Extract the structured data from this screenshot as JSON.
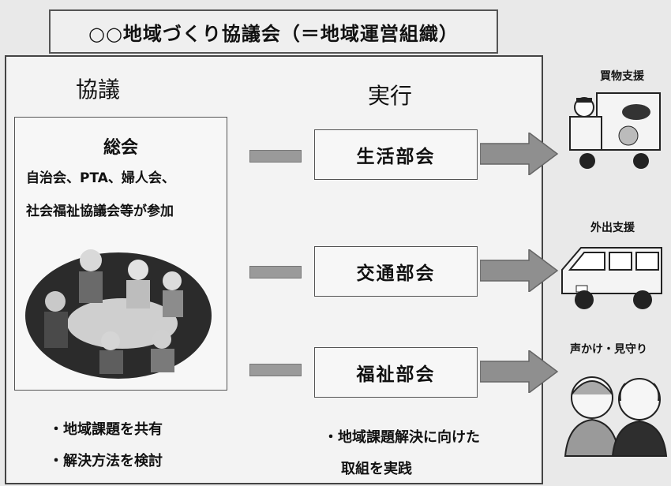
{
  "title": "○○地域づくり協議会（＝地域運営組織）",
  "columns": {
    "left": "協議",
    "right": "実行"
  },
  "assembly": {
    "title": "総会",
    "line1": "自治会、PTA、婦人会、",
    "line2": "社会福祉協議会等が参加"
  },
  "departments": [
    {
      "label": "生活部会"
    },
    {
      "label": "交通部会"
    },
    {
      "label": "福祉部会"
    }
  ],
  "left_bullets": [
    "・地域課題を共有",
    "・解決方法を検討"
  ],
  "right_bullets": [
    "・地域課題解決に向けた",
    "取組を実践"
  ],
  "supports": [
    {
      "label": "買物支援",
      "icon": "mobile-shop-truck-icon"
    },
    {
      "label": "外出支援",
      "icon": "van-icon"
    },
    {
      "label": "声かけ・見守り",
      "icon": "elderly-couple-icon"
    }
  ],
  "colors": {
    "arrow": "#8f8f8f",
    "connector": "#9a9a9a",
    "border": "#555555"
  }
}
